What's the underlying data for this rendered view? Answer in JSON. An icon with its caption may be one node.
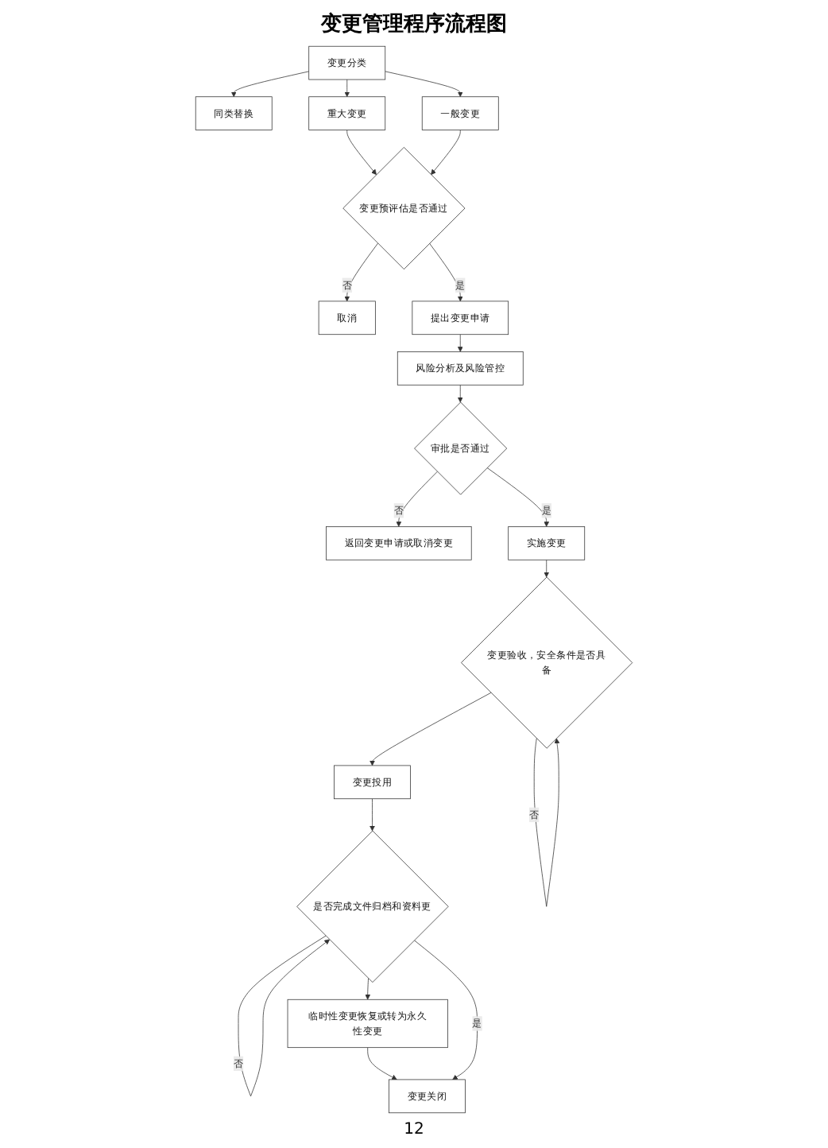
{
  "diagram": {
    "title": "变更管理程序流程图",
    "nodes": [
      {
        "text": [
          "变更分类"
        ]
      },
      {
        "text": [
          "同类替换"
        ]
      },
      {
        "text": [
          "重大变更"
        ]
      },
      {
        "text": [
          "一般变更"
        ]
      },
      {
        "text": [
          "变更预评估是否通过"
        ]
      },
      {
        "text": [
          "取消"
        ]
      },
      {
        "text": [
          "提出变更申请"
        ]
      },
      {
        "text": [
          "风险分析及风险管控"
        ]
      },
      {
        "text": [
          "审批是否通过"
        ]
      },
      {
        "text": [
          "返回变更申请或取消变更"
        ]
      },
      {
        "text": [
          "实施变更"
        ]
      },
      {
        "text": [
          "变更验收，安全条件是否具备"
        ]
      },
      {
        "text": [
          "变更投用"
        ]
      },
      {
        "text": [
          "是否完成文件归档和资料更"
        ]
      },
      {
        "text": [
          "临时性变更恢复或转为永久性变更"
        ]
      },
      {
        "text": [
          "变更关闭"
        ]
      }
    ],
    "edges": [
      {
        "from": 0,
        "to": 1,
        "arrow": "to"
      },
      {
        "from": 0,
        "to": 2,
        "arrow": "to"
      },
      {
        "from": 0,
        "to": 3,
        "arrow": "to"
      },
      {
        "from": 2,
        "to": 4,
        "arrow": "to"
      },
      {
        "from": 3,
        "to": 4,
        "arrow": "to"
      },
      {
        "from": 4,
        "to": 5,
        "arrow": "to",
        "label": "否"
      },
      {
        "from": 4,
        "to": 6,
        "arrow": "to",
        "label": "是"
      },
      {
        "from": 6,
        "to": 7,
        "arrow": "to"
      },
      {
        "from": 7,
        "to": 8,
        "arrow": "to"
      },
      {
        "from": 8,
        "to": 9,
        "arrow": "to",
        "label": "否"
      },
      {
        "from": 8,
        "to": 10,
        "arrow": "to",
        "label": "是"
      },
      {
        "from": 10,
        "to": 11,
        "arrow": "to"
      },
      {
        "from": 11,
        "to": 11,
        "arrow": "to",
        "label": "否"
      },
      {
        "from": 11,
        "to": 12,
        "arrow": "to"
      },
      {
        "from": 12,
        "to": 13,
        "arrow": "to"
      },
      {
        "from": 13,
        "to": 13,
        "arrow": "to",
        "label": "否"
      },
      {
        "from": 13,
        "to": 14,
        "arrow": "to"
      },
      {
        "from": 14,
        "to": 15,
        "arrow": "to"
      },
      {
        "from": 13,
        "to": 15,
        "arrow": "to",
        "label": "是"
      }
    ],
    "labels": [
      "12"
    ]
  }
}
